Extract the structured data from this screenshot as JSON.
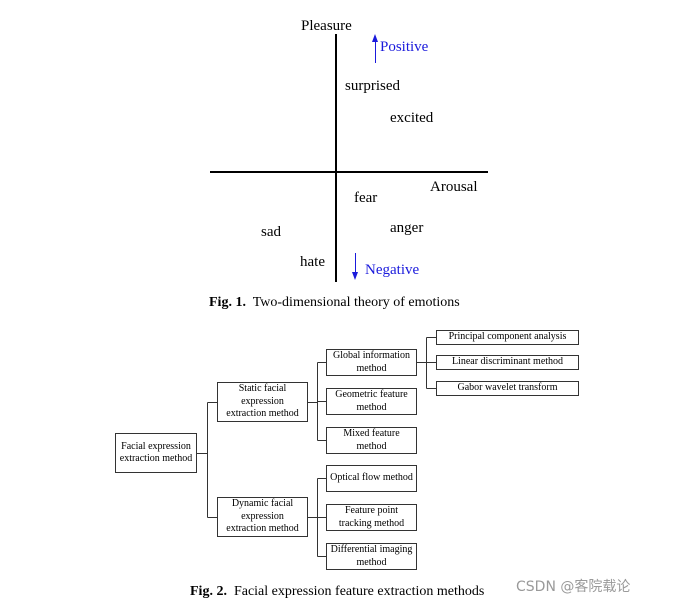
{
  "figure1": {
    "axis_y_label": "Pleasure",
    "axis_x_label": "Arousal",
    "positive_label": "Positive",
    "negative_label": "Negative",
    "emotions": {
      "surprised": "surprised",
      "excited": "excited",
      "fear": "fear",
      "anger": "anger",
      "sad": "sad",
      "hate": "hate"
    },
    "caption_num": "Fig. 1.",
    "caption_text": "Two-dimensional theory of emotions",
    "colors": {
      "accent_blue": "#1a1adc"
    }
  },
  "figure2": {
    "root": "Facial expression extraction method",
    "level1": {
      "static": "Static facial expression extraction method",
      "dynamic": "Dynamic facial expression extraction method"
    },
    "static_children": {
      "global": "Global information method",
      "geometric": "Geometric feature method",
      "mixed": "Mixed feature method"
    },
    "global_children": {
      "pca": "Principal component analysis",
      "lda": "Linear discriminant method",
      "gabor": "Gabor wavelet transform"
    },
    "dynamic_children": {
      "optical": "Optical flow method",
      "tracking": "Feature point tracking method",
      "differential": "Differential imaging method"
    },
    "caption_num": "Fig. 2.",
    "caption_text": "Facial expression feature extraction methods"
  },
  "watermark": "CSDN @客院载论"
}
